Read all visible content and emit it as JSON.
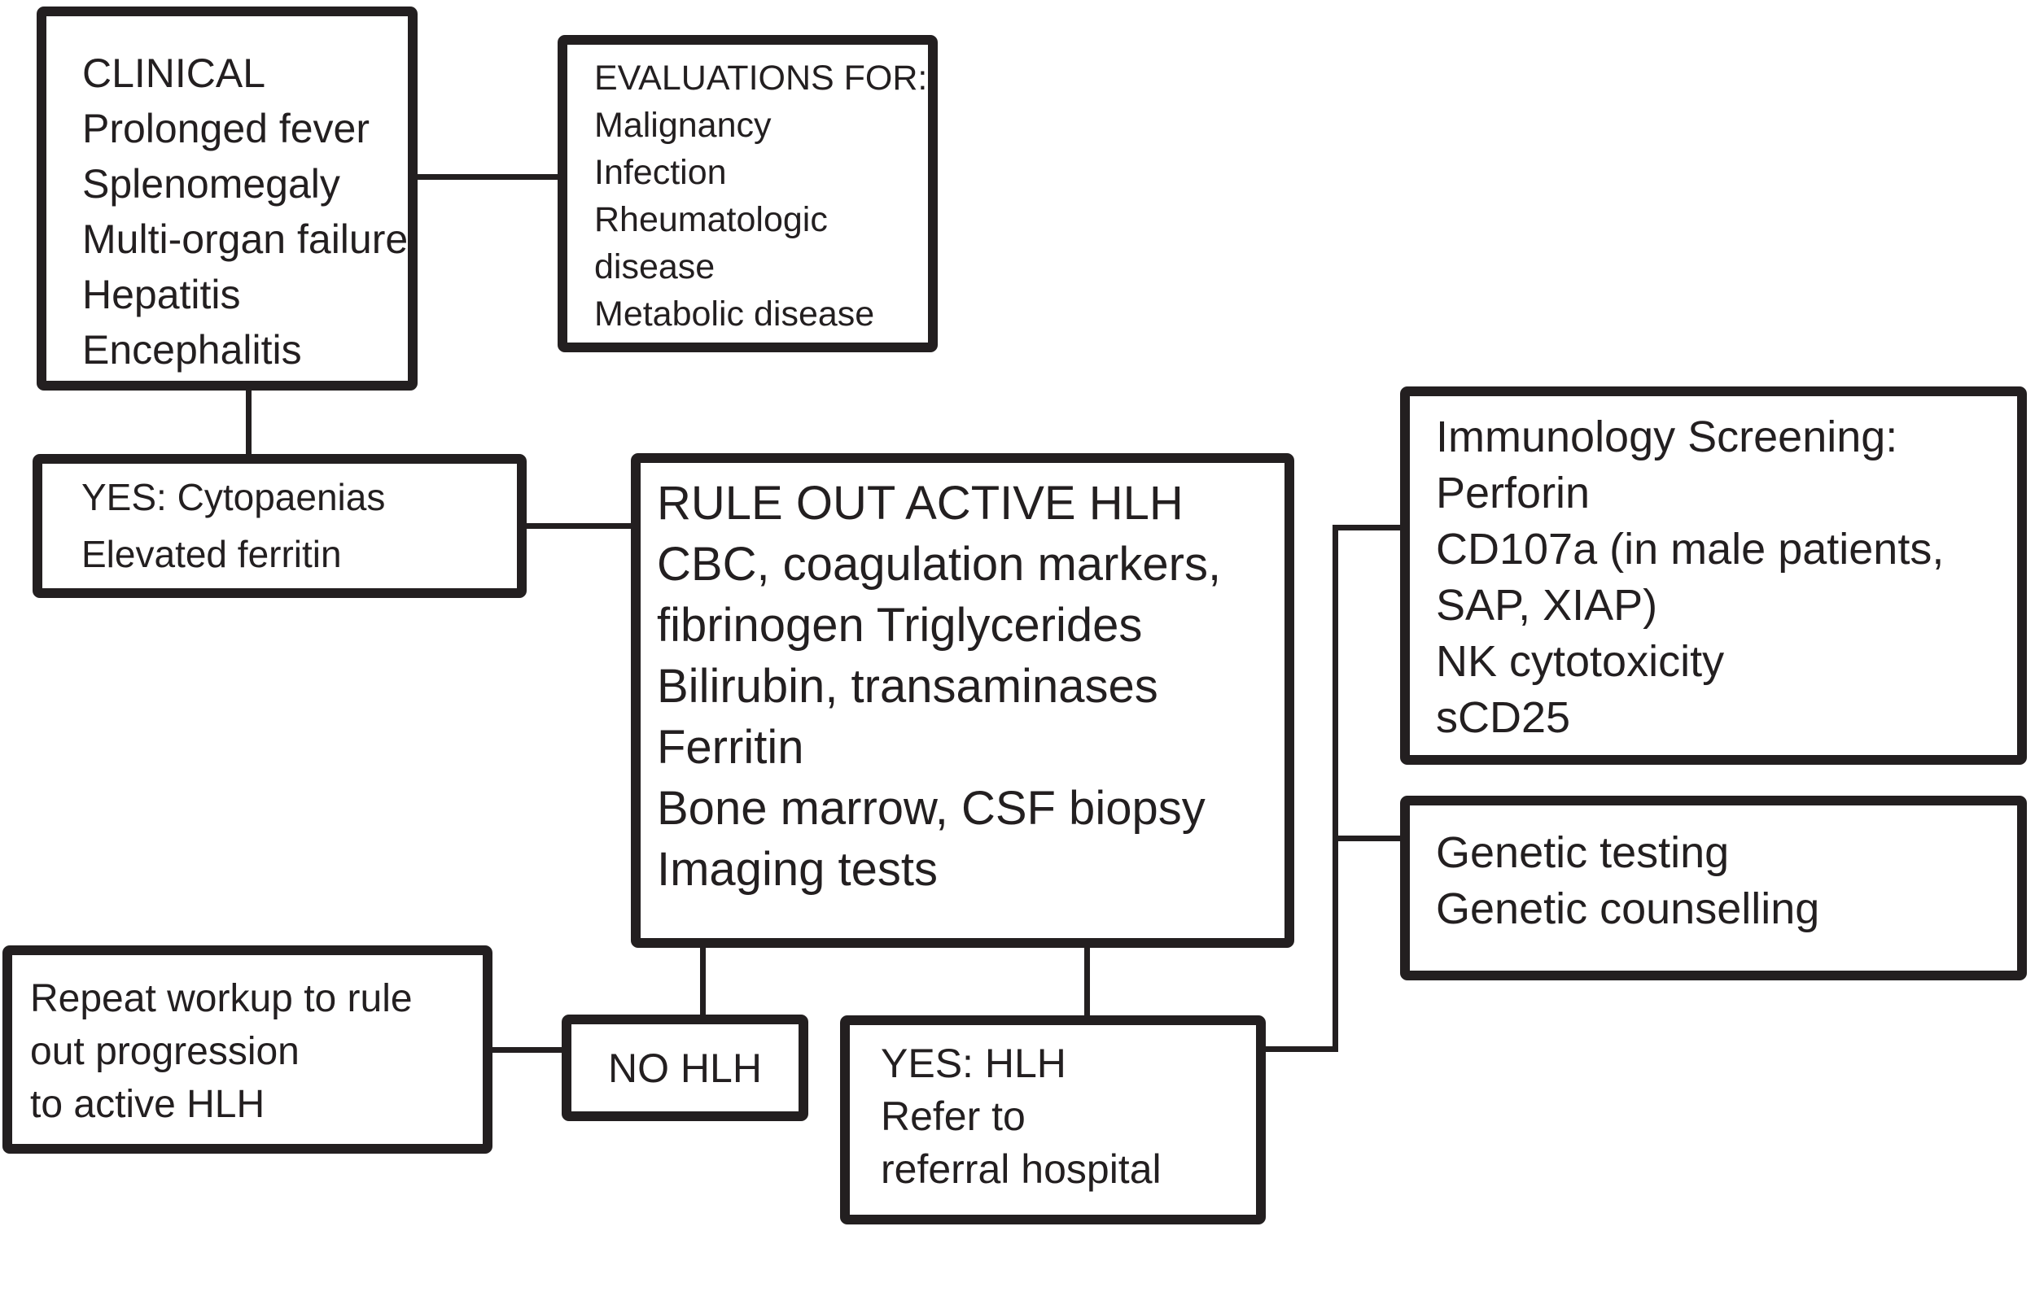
{
  "figure": {
    "type": "flowchart",
    "colors": {
      "stroke": "#231f20",
      "text": "#231f20",
      "background": "#ffffff"
    },
    "boxes": {
      "clinical": {
        "lines": [
          "CLINICAL",
          "Prolonged fever",
          "Splenomegaly",
          "Multi-organ failure",
          "Hepatitis",
          "Encephalitis"
        ]
      },
      "evaluations": {
        "lines": [
          "EVALUATIONS FOR:",
          "Malignancy",
          "Infection",
          "Rheumatologic",
          "disease",
          "Metabolic disease"
        ]
      },
      "yes_cytopaenias": {
        "lines": [
          "YES: Cytopaenias",
          "Elevated ferritin"
        ]
      },
      "rule_out_active_hlh": {
        "lines": [
          "RULE OUT ACTIVE HLH",
          "CBC, coagulation markers,",
          "fibrinogen Triglycerides",
          "Bilirubin, transaminases",
          "Ferritin",
          "Bone marrow, CSF biopsy",
          "Imaging tests"
        ]
      },
      "immunology_screening": {
        "lines": [
          "Immunology Screening:",
          "Perforin",
          "CD107a (in male patients,",
          "SAP, XIAP)",
          "NK cytotoxicity",
          "sCD25"
        ]
      },
      "genetic": {
        "lines": [
          "Genetic testing",
          "Genetic counselling"
        ]
      },
      "repeat_workup": {
        "lines": [
          "Repeat workup to rule",
          "out progression",
          "to active HLH"
        ]
      },
      "no_hlh": {
        "lines": [
          "NO HLH"
        ]
      },
      "yes_hlh": {
        "lines": [
          "YES: HLH",
          "Refer to",
          "referral hospital"
        ]
      }
    }
  }
}
